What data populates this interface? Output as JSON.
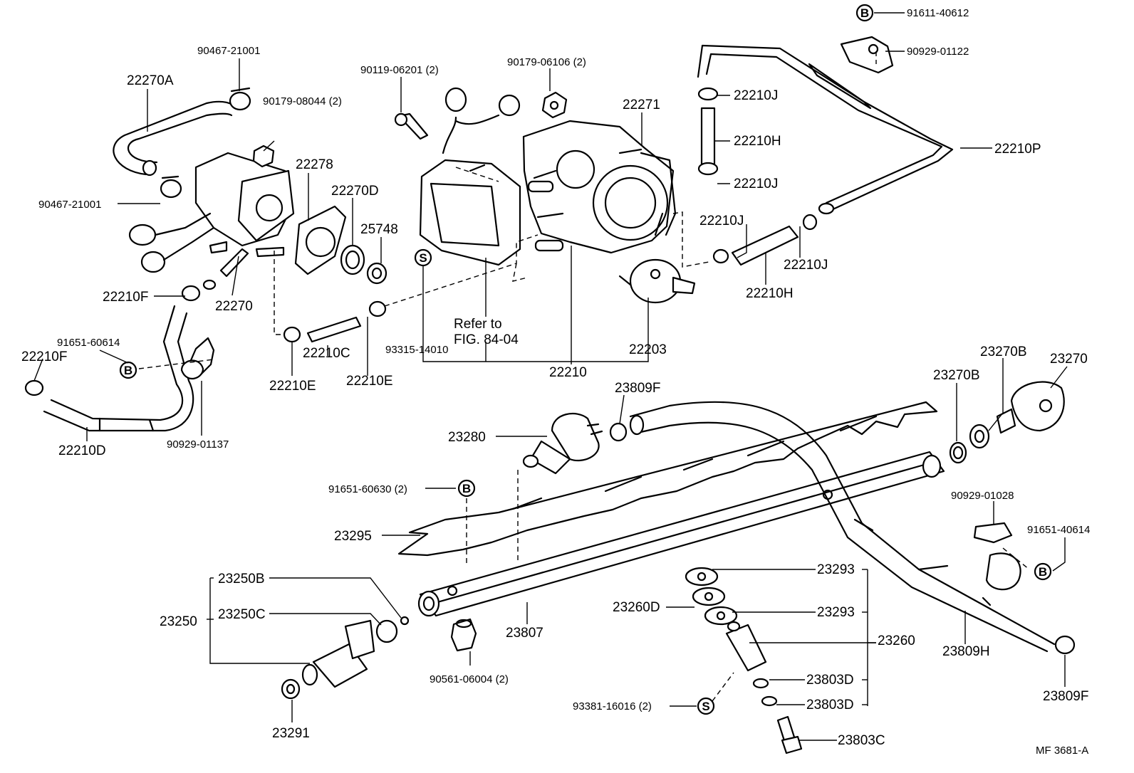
{
  "labels": {
    "p91611_40612": "91611-40612",
    "p90929_01122": "90929-01122",
    "p90467_21001_top": "90467-21001",
    "p22270A": "22270A",
    "p90179_08044": "90179-08044 (2)",
    "p90119_06201": "90119-06201 (2)",
    "p90179_06106": "90179-06106 (2)",
    "p22271": "22271",
    "p22210J_1": "22210J",
    "p22210H_1": "22210H",
    "p22210J_2": "22210J",
    "p22210P": "22210P",
    "p22278": "22278",
    "p22270D": "22270D",
    "p25748": "25748",
    "p90467_21001_left": "90467-21001",
    "p22210J_3": "22210J",
    "p22210J_4": "22210J",
    "p22210H_2": "22210H",
    "p22210F_1": "22210F",
    "p22270": "22270",
    "p91651_60614": "91651-60614",
    "p22210F_2": "22210F",
    "p22210D": "22210D",
    "p90929_01137": "90929-01137",
    "p22210C": "22210C",
    "p22210E_1": "22210E",
    "p22210E_2": "22210E",
    "p93315_14010": "93315-14010",
    "refer_line1": "Refer to",
    "refer_line2": "FIG. 84-04",
    "p22210": "22210",
    "p22203": "22203",
    "p23809F_1": "23809F",
    "p23280": "23280",
    "p23270B_1": "23270B",
    "p23270B_2": "23270B",
    "p23270": "23270",
    "p91651_60630": "91651-60630 (2)",
    "p23295": "23295",
    "p90929_01028": "90929-01028",
    "p91651_40614": "91651-40614",
    "p23250B": "23250B",
    "p23250": "23250",
    "p23250C": "23250C",
    "p23807": "23807",
    "p23293_1": "23293",
    "p23260D": "23260D",
    "p23293_2": "23293",
    "p23260": "23260",
    "p23809H": "23809H",
    "p90561_06004": "90561-06004 (2)",
    "p23803D_1": "23803D",
    "p23809F_2": "23809F",
    "p93381_16016": "93381-16016 (2)",
    "p23803D_2": "23803D",
    "p23291": "23291",
    "p23803C": "23803C",
    "footer_code": "MF  3681-A"
  },
  "symbols": {
    "b": "B",
    "s": "S"
  }
}
